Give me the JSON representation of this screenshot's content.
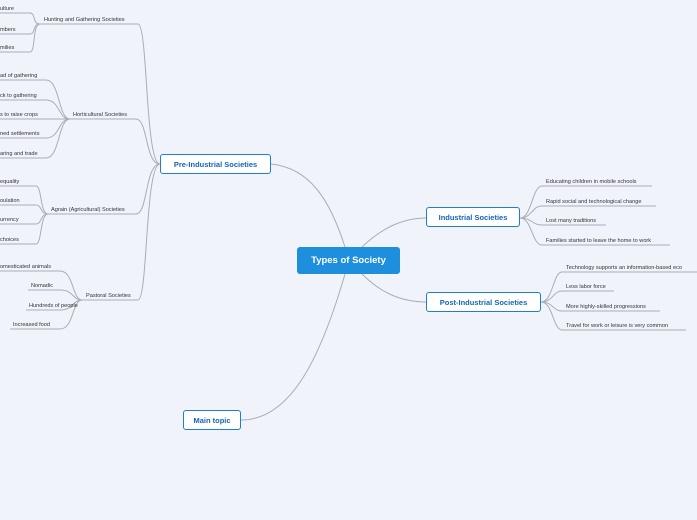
{
  "root": "Types of Society",
  "main_topics": {
    "pre_industrial": "Pre-Industrial Societies",
    "industrial": "Industrial Societies",
    "post_industrial": "Post-Industrial Societies",
    "main_topic": "Main topic"
  },
  "pre_industrial": {
    "hunting": {
      "label": "Hunting and Gathering Societies",
      "items": [
        "ulture",
        "mbers",
        "milies"
      ]
    },
    "horticultural": {
      "label": "Horticultural Societies",
      "items": [
        "ad of gathering",
        "ck to gathering",
        "s to raise crops",
        "ned settlements",
        "aring and trade"
      ]
    },
    "agrarian": {
      "label": "Agrain (Agricultural) Societies",
      "items": [
        "equality",
        "oulation",
        "urrency",
        "choices"
      ]
    },
    "pastoral": {
      "label": "Pastoral Societies",
      "items": [
        "omesticated animals",
        "Nomadic",
        "Hundreds of people",
        "Increased food"
      ]
    }
  },
  "industrial": {
    "items": [
      "Educating children in mobile schools",
      "Rapid social and technological change",
      "Lost many traditions",
      "Families started to leave the home to work"
    ]
  },
  "post_industrial": {
    "items": [
      "Technology supports an information-based eco",
      "Less labor force",
      "More highly-skilled progressions",
      "Travel for work or leisure is very common"
    ]
  }
}
